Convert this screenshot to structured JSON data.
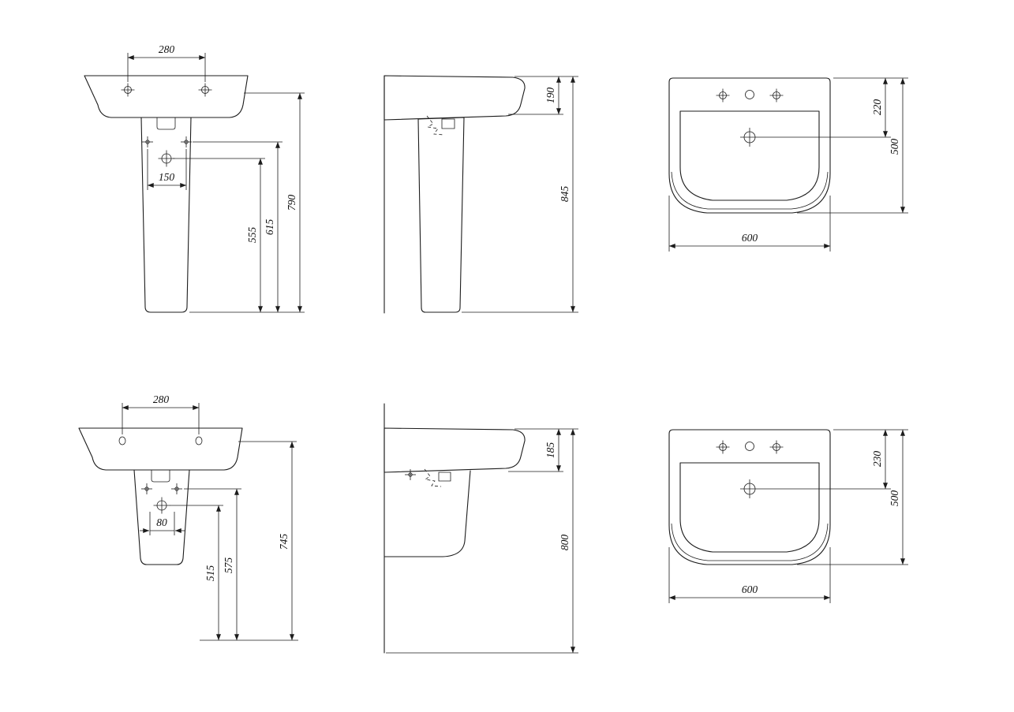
{
  "sheet": {
    "background": "#ffffff",
    "line_color": "#1c1c1c"
  },
  "dimensions": {
    "front_pedestal": {
      "tap_hole_spacing": "280",
      "connection_span": "150",
      "outlet_height": "555",
      "connection_height": "615",
      "rim_height": "790"
    },
    "side_pedestal": {
      "basin_front_height": "190",
      "overall_height": "845"
    },
    "plan_pedestal": {
      "tap_to_back": "220",
      "depth": "500",
      "width": "600"
    },
    "front_semi_pedestal": {
      "tap_hole_spacing": "280",
      "connection_span": "80",
      "outlet_height": "515",
      "connection_height": "575",
      "rim_height": "745"
    },
    "side_semi_pedestal": {
      "basin_front_height": "185",
      "overall_height": "800"
    },
    "plan_semi_pedestal": {
      "tap_to_back": "230",
      "depth": "500",
      "width": "600"
    }
  }
}
